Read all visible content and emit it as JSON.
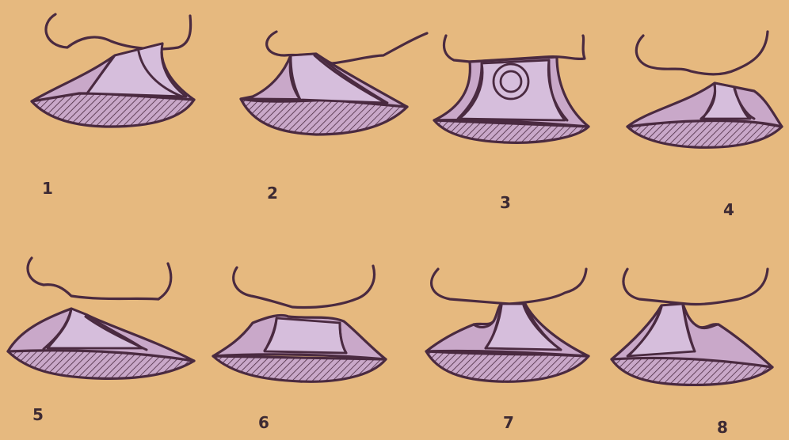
{
  "colors": {
    "background": "#e6b97f",
    "ink": "#4a2a40",
    "lip_fill": "#c9a8c9",
    "cleft_fill": "#d6bedc"
  },
  "figures": [
    {
      "label": "1",
      "variant": "bilateral-right-oblique"
    },
    {
      "label": "2",
      "variant": "bilateral-left-oblique"
    },
    {
      "label": "3",
      "variant": "median-with-prolabium-circle"
    },
    {
      "label": "4",
      "variant": "incomplete-right"
    },
    {
      "label": "5",
      "variant": "incomplete-left-oblique"
    },
    {
      "label": "6",
      "variant": "incomplete-median-band"
    },
    {
      "label": "7",
      "variant": "complete-left-notch"
    },
    {
      "label": "8",
      "variant": "complete-right-notch"
    }
  ]
}
